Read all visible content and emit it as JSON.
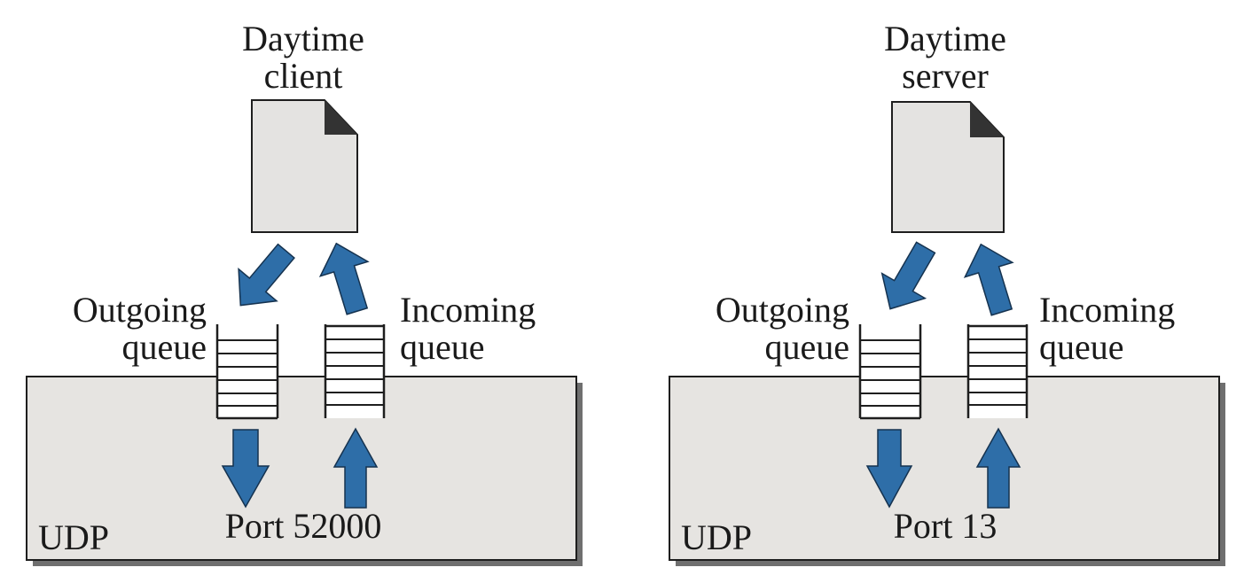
{
  "colors": {
    "arrow": "#2e6ea8",
    "arrow_outline": "#15324f",
    "udp_box": "#e6e4e1",
    "udp_shadow": "#6f6f6f",
    "document": "#e4e3e1",
    "document_fold": "#333333",
    "queue_line": "#1e1e1e",
    "text": "#1a1a1a"
  },
  "client": {
    "app_label_line1": "Daytime",
    "app_label_line2": "client",
    "app_icon": "document-icon",
    "outgoing_label_line1": "Outgoing",
    "outgoing_label_line2": "queue",
    "incoming_label_line1": "Incoming",
    "incoming_label_line2": "queue",
    "port_label": "Port 52000",
    "protocol_label": "UDP"
  },
  "server": {
    "app_label_line1": "Daytime",
    "app_label_line2": "server",
    "app_icon": "document-icon",
    "outgoing_label_line1": "Outgoing",
    "outgoing_label_line2": "queue",
    "incoming_label_line1": "Incoming",
    "incoming_label_line2": "queue",
    "port_label": "Port 13",
    "protocol_label": "UDP"
  }
}
